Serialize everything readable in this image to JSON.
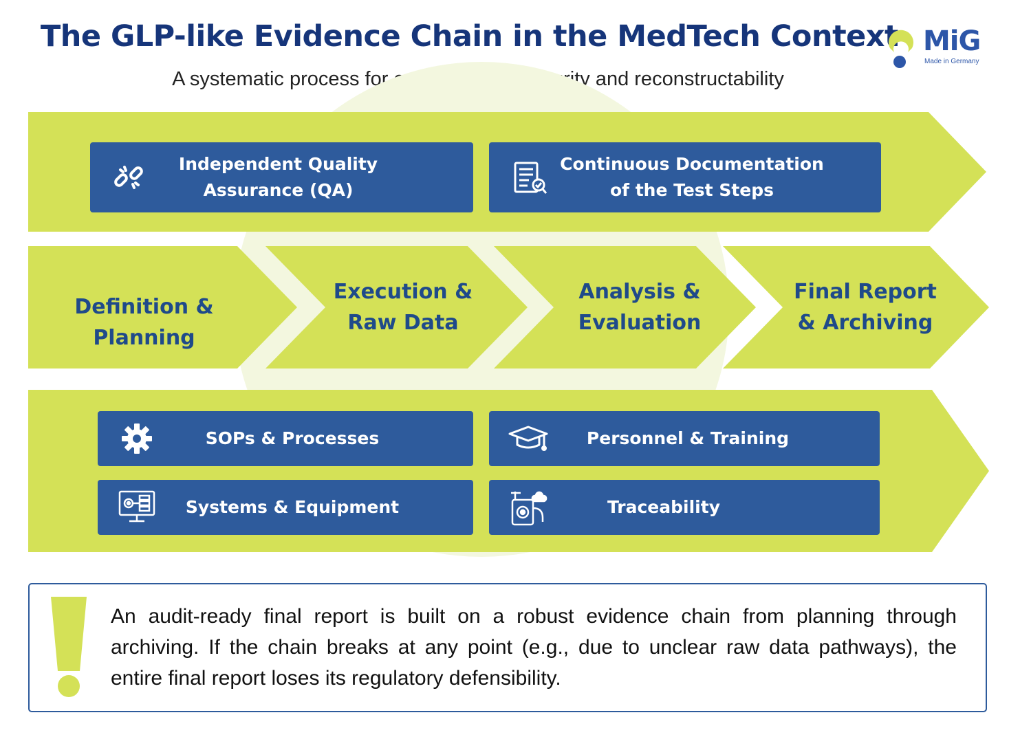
{
  "header": {
    "title": "The GLP-like Evidence Chain in the MedTech Context",
    "subtitle": "A systematic process for ensuring data integrity and reconstructability"
  },
  "logo": {
    "word": "MiG",
    "tagline": "Made in Germany"
  },
  "top_band": {
    "items": [
      {
        "label": "Independent Quality Assurance (QA)",
        "icon": "broken-link-icon"
      },
      {
        "label": "Continuous Documentation of the Test Steps",
        "icon": "document-checklist-icon"
      }
    ]
  },
  "process_steps": [
    {
      "label": "Definition & Planning"
    },
    {
      "label": "Execution & Raw Data"
    },
    {
      "label": "Analysis & Evaluation"
    },
    {
      "label": "Final Report & Archiving"
    }
  ],
  "bottom_band": {
    "items": [
      {
        "label": "SOPs & Processes",
        "icon": "gear-icon"
      },
      {
        "label": "Personnel & Training",
        "icon": "graduation-cap-icon"
      },
      {
        "label": "Systems & Equipment",
        "icon": "monitor-system-icon"
      },
      {
        "label": "Traceability",
        "icon": "traceability-equipment-icon"
      }
    ]
  },
  "note": {
    "text": "An audit-ready final report is built on a robust evidence chain from planning through archiving. If the chain breaks at any point (e.g., due to unclear raw data pathways), the entire final report loses its regulatory defensibility.",
    "icon": "exclamation-icon"
  },
  "colors": {
    "lime": "#d4e157",
    "navy_box": "#2e5b9c",
    "title": "#16357a",
    "step_text": "#1f4a8a"
  }
}
